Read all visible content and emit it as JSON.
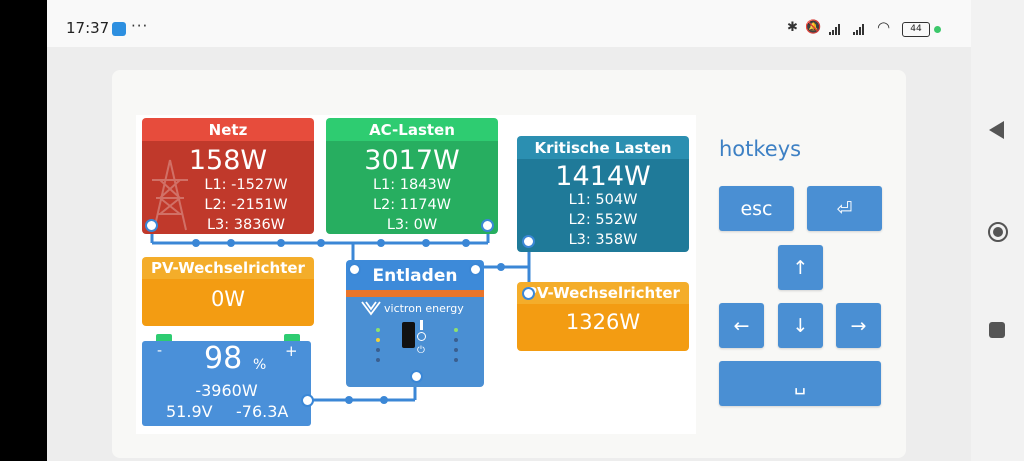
{
  "status_bar": {
    "time": "17:37",
    "battery": "44"
  },
  "dashboard": {
    "grid": {
      "title": "Netz",
      "power": "158W",
      "l1": "L1: -1527W",
      "l2": "L2: -2151W",
      "l3": "L3: 3836W"
    },
    "ac_loads": {
      "title": "AC-Lasten",
      "power": "3017W",
      "l1": "L1: 1843W",
      "l2": "L2: 1174W",
      "l3": "L3: 0W"
    },
    "critical_loads": {
      "title": "Kritische Lasten",
      "power": "1414W",
      "l1": "L1: 504W",
      "l2": "L2: 552W",
      "l3": "L3: 358W"
    },
    "pv_inverter_left": {
      "title": "PV-Wechselrichter",
      "power": "0W"
    },
    "pv_inverter_right": {
      "title": "PV-Wechselrichter",
      "power": "1326W"
    },
    "inverter": {
      "state": "Entladen",
      "brand": "victron energy"
    },
    "battery": {
      "soc": "98",
      "soc_unit": "%",
      "power": "-3960W",
      "voltage": "51.9V",
      "current": "-76.3A",
      "minus": "-",
      "plus": "+"
    }
  },
  "hotkeys": {
    "title": "hotkeys",
    "esc": "esc",
    "enter": "⏎",
    "up": "↑",
    "left": "←",
    "down": "↓",
    "right": "→",
    "space": "␣"
  },
  "colors": {
    "grid_header": "#e74c3c",
    "grid_body": "#c0392b",
    "ac_header": "#2ecc71",
    "ac_body": "#27ae60",
    "critical_header": "#2b8fb1",
    "critical_body": "#1f7a99",
    "pv_header": "#f4ad2a",
    "pv_body": "#f39c12",
    "inverter_header": "#3d8ad9",
    "inverter_strip": "#e9752a",
    "inverter_body": "#4a8fd3",
    "battery_body": "#4a90d9",
    "battery_terminal": "#2ecc71",
    "connector": "#3b87d6",
    "hotkey_button": "#4a8fd3",
    "hotkey_title": "#3d80c4"
  }
}
